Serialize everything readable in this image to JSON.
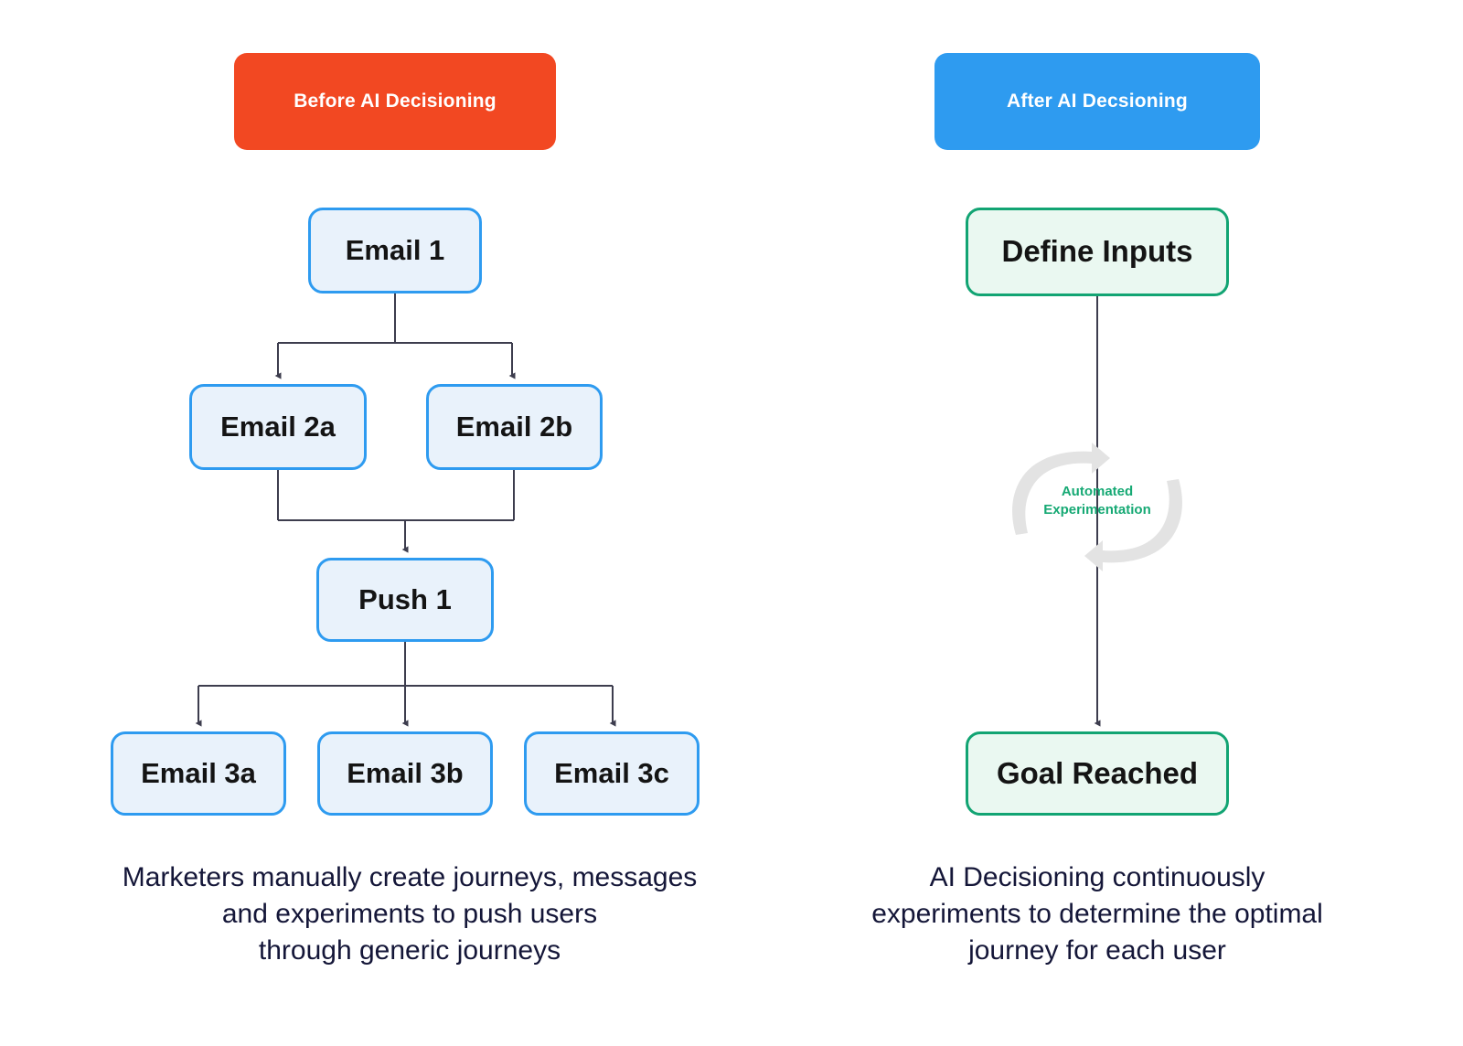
{
  "diagram": {
    "title": "Before and After AI Decisioning journey comparison",
    "background": "#ffffff"
  },
  "colors": {
    "before_badge": "#f24822",
    "after_badge": "#2e9bf0",
    "node_blue_border": "#2e9bf0",
    "node_blue_fill": "#e9f2fb",
    "node_green_border": "#12a473",
    "node_green_fill": "#eaf8f1",
    "connector": "#3d3d4e",
    "loop_arrow": "#e3e3e3",
    "loop_text": "#16a974",
    "caption_text": "#141638",
    "node_text": "#141414"
  },
  "left_panel": {
    "badge_label": "Before AI Decisioning",
    "nodes": [
      {
        "id": "email1",
        "label": "Email 1"
      },
      {
        "id": "email2a",
        "label": "Email 2a"
      },
      {
        "id": "email2b",
        "label": "Email 2b"
      },
      {
        "id": "push1",
        "label": "Push 1"
      },
      {
        "id": "email3a",
        "label": "Email 3a"
      },
      {
        "id": "email3b",
        "label": "Email 3b"
      },
      {
        "id": "email3c",
        "label": "Email 3c"
      }
    ],
    "caption_lines": [
      "Marketers manually create journeys, messages",
      "and experiments to push users",
      "through generic journeys"
    ]
  },
  "right_panel": {
    "badge_label": "After AI Decsioning",
    "nodes": [
      {
        "id": "define",
        "label": "Define Inputs"
      },
      {
        "id": "goal",
        "label": "Goal Reached"
      }
    ],
    "loop_label_lines": [
      "Automated",
      "Experimentation"
    ],
    "caption_lines": [
      "AI Decisioning continuously",
      "experiments to determine the optimal",
      "journey for each user"
    ]
  }
}
